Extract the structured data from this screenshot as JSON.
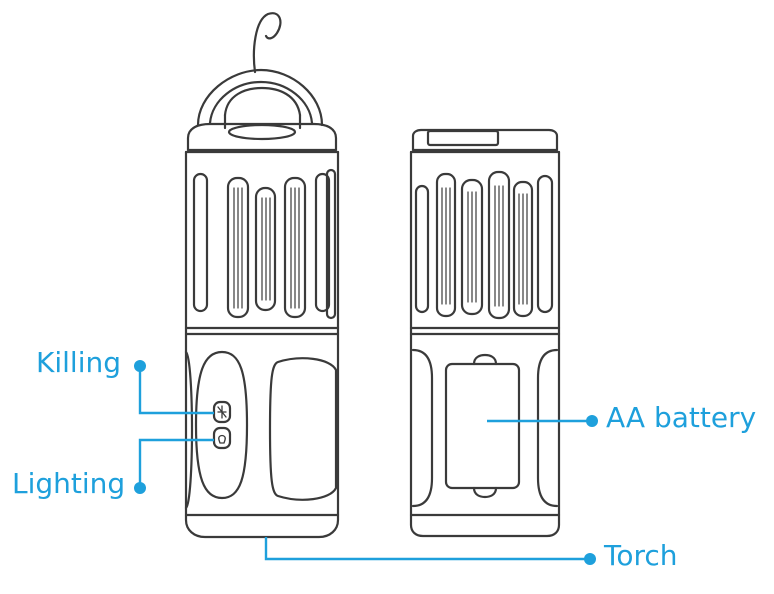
{
  "accent_color": "#1ea0dc",
  "outline_color": "#3a3a3a",
  "callouts": {
    "killing": "Killing",
    "lighting": "Lighting",
    "aa_battery": "AA battery",
    "torch": "Torch"
  },
  "icons": [
    "hook-icon",
    "mosquito-icon",
    "bulb-icon"
  ]
}
